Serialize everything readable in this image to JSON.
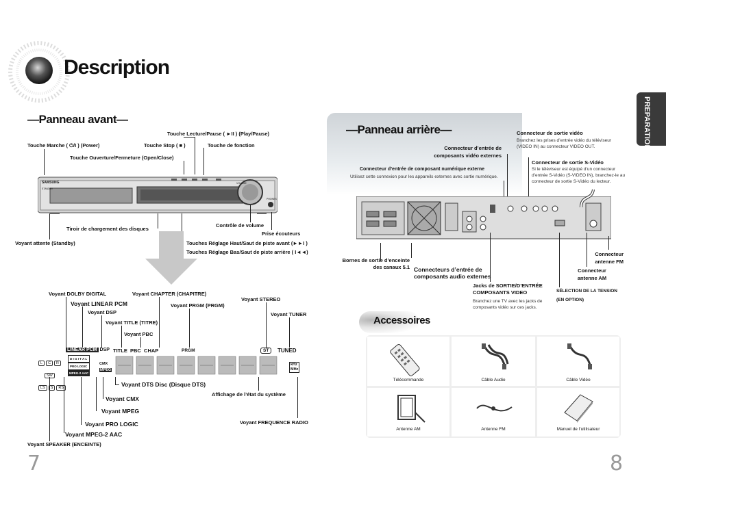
{
  "header": {
    "title": "Description"
  },
  "side_tab": {
    "label": "PREPARATION"
  },
  "front": {
    "title": "—Panneau avant—",
    "labels": {
      "play_pause": "Touche Lecture/Pause ( ►II ) (Play/Pause)",
      "power": "Touche Marche ( ⏻/I ) (Power)",
      "stop": "Touche Stop ( ■ )",
      "function": "Touche de fonction",
      "open_close": "Touche Ouverture/Fermeture (Open/Close)",
      "disc_tray": "Tiroir de chargement des disques",
      "volume": "Contrôle de volume",
      "headphones": "Prise écouteurs",
      "standby": "Voyant attente (Standby)",
      "skip_up": "Touches Réglage Haut/Saut de piste avant (►►I )",
      "skip_down": "Touches Réglage Bas/Saut de piste arrière ( I◄◄)"
    },
    "device_text": {
      "logo": "SAMSUNG",
      "volume": "VOLUME",
      "phones": "PHONES",
      "standby": "STANDBY"
    }
  },
  "display": {
    "labels": {
      "dolby": "Voyant DOLBY DIGITAL",
      "chapter": "Voyant CHAPTER (CHAPITRE)",
      "stereo": "Voyant STEREO",
      "linear_pcm": "Voyant LINEAR PCM",
      "prgm": "Voyant PRGM (PRGM)",
      "dsp": "Voyant DSP",
      "tuner": "Voyant TUNER",
      "title": "Voyant TITLE (TITRE)",
      "pbc": "Voyant PBC",
      "dts": "Voyant DTS Disc (Disque DTS)",
      "sys_status": "Affichage de l’état du système",
      "cmx": "Voyant CMX",
      "mpeg": "Voyant MPEG",
      "pro_logic": "Voyant PRO LOGIC",
      "freq": "Voyant FREQUENCE RADIO",
      "mpeg2aac": "Voyant MPEG-2 AAC",
      "speaker": "Voyant SPEAKER (ENCEINTE)"
    },
    "panel": {
      "linear_pcm": "LINEAR PCM",
      "dsp": "DSP",
      "title": "TITLE",
      "pbc": "PBC",
      "chap": "CHAP",
      "prgm": "PRGM",
      "st": "ST",
      "tuned": "TUNED",
      "digital": "D I G I T A L",
      "pro_logic": "PRO LOGIC",
      "cmx": "CMX",
      "mpeg2aac": "MPEG-2 AAC",
      "mpeg": "MPEG",
      "l": "L",
      "c": "C",
      "r": "R",
      "sw": "SW",
      "ls": "LS",
      "s": "S",
      "rs": "RS",
      "khz": "kHz",
      "mhz": "MHz"
    }
  },
  "rear": {
    "title": "—Panneau arrière—",
    "video_out_title": "Connecteur de sortie vidéo",
    "video_out_desc": "Branchez les prises d’entrée vidéo du téléviseur (VIDEO IN) au connecteur VIDEO OUT.",
    "ext_video_in": "Connecteur d’entrée de composants vidéo externes",
    "svideo_title": "Connecteur de sortie S-Vidéo",
    "svideo_desc": "Si le téléviseur est équipé d’un connecteur d’entrée S-Vidéo (S-VIDEO IN), branchez-le au connecteur de sortie S-Vidéo du lecteur.",
    "digital_in_title": "Connecteur d’entrée de composant numérique externe",
    "digital_in_desc": "Utilisez cette connexion pour les appareils externes avec sortie numérique.",
    "speakers_out": "Bornes de sortie d’enceinte des canaux 5.1",
    "audio_in": "Connecteurs d’entrée de composants audio externes",
    "component_out_title": "Jacks de SORTIE/D’ENTRÉE COMPOSANTS VIDEO",
    "component_out_desc": "Branchez une TV avec les jacks de composants vidéo sur ces jacks.",
    "voltage_title": "SÉLECTION DE LA TENSION",
    "voltage_desc": "(EN OPTION)",
    "fm": "Connecteur antenne FM",
    "am": "Connecteur antenne AM"
  },
  "accessories": {
    "title": "Accessoires",
    "items": [
      "Télécommande",
      "Câble Audio",
      "Câble Vidéo",
      "Antenne AM",
      "Antenne FM",
      "Manuel de l’utilisateur"
    ]
  },
  "pages": {
    "left": "7",
    "right": "8"
  }
}
